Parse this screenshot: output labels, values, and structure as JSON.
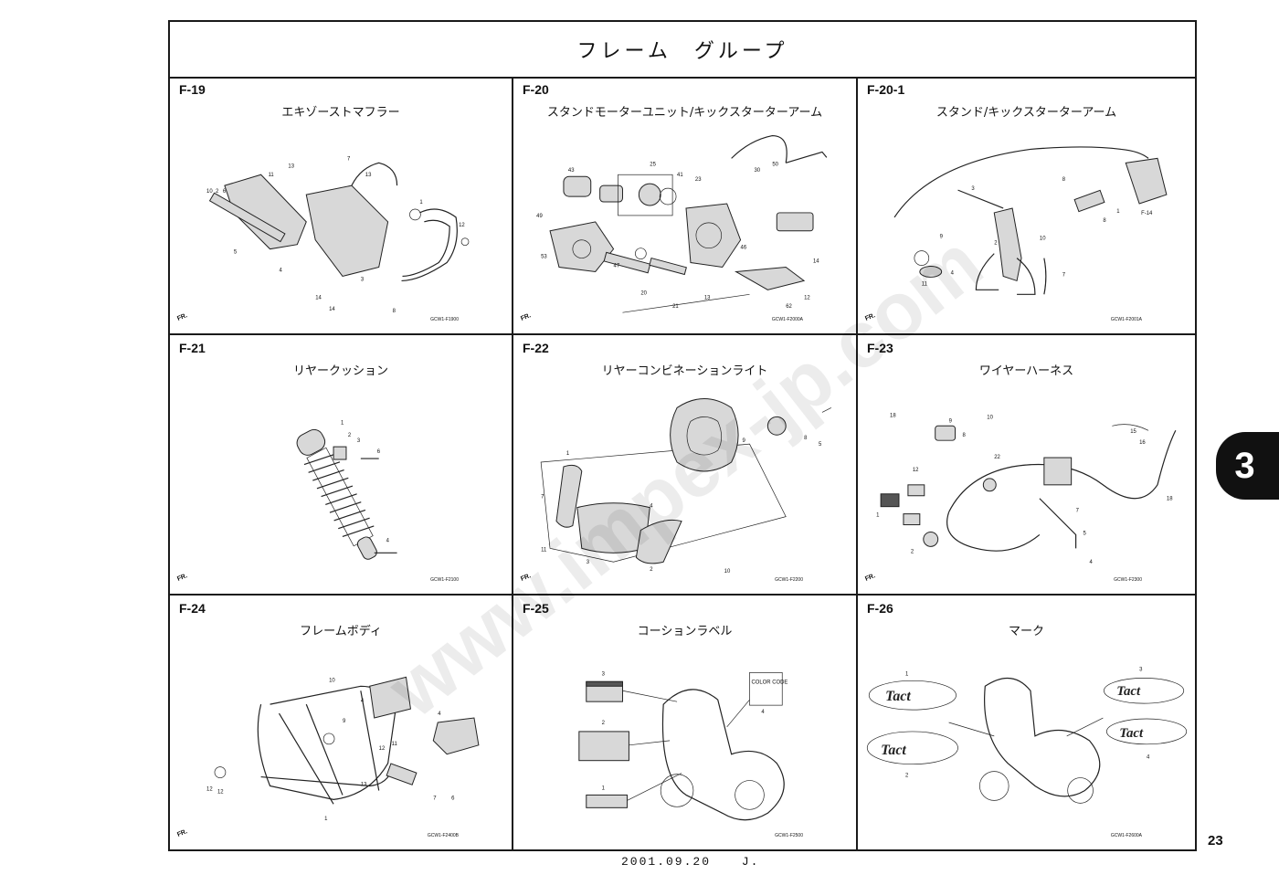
{
  "header": {
    "title": "フレーム グループ"
  },
  "panels": [
    {
      "code": "F-19",
      "title": "エキゾーストマフラー",
      "figure_code": "GCW1-F1900",
      "has_fr": true
    },
    {
      "code": "F-20",
      "title": "スタンドモーターユニット/キックスターターアーム",
      "figure_code": "GCW1-F2000A",
      "has_fr": true
    },
    {
      "code": "F-20-1",
      "title": "スタンド/キックスターターアーム",
      "figure_code": "GCW1-F2001A",
      "has_fr": true
    },
    {
      "code": "F-21",
      "title": "リヤークッション",
      "figure_code": "GCW1-F2100",
      "has_fr": true
    },
    {
      "code": "F-22",
      "title": "リヤーコンビネーションライト",
      "figure_code": "GCW1-F2200",
      "has_fr": true
    },
    {
      "code": "F-23",
      "title": "ワイヤーハーネス",
      "figure_code": "GCW1-F2300",
      "has_fr": true
    },
    {
      "code": "F-24",
      "title": "フレームボディ",
      "figure_code": "GCW1-F2400B",
      "has_fr": true
    },
    {
      "code": "F-25",
      "title": "コーションラベル",
      "figure_code": "GCW1-F2500",
      "has_fr": false
    },
    {
      "code": "F-26",
      "title": "マーク",
      "figure_code": "GCW1-F2600A",
      "has_fr": false
    }
  ],
  "fr_label": "FR.",
  "page_number": "23",
  "section_tab": "3",
  "print_date": "2001.09.20",
  "print_suffix": "J.",
  "watermark": "www.impex-jp.com",
  "label_texts": {
    "color_code": "COLOR CODE",
    "tag": "Tact"
  }
}
